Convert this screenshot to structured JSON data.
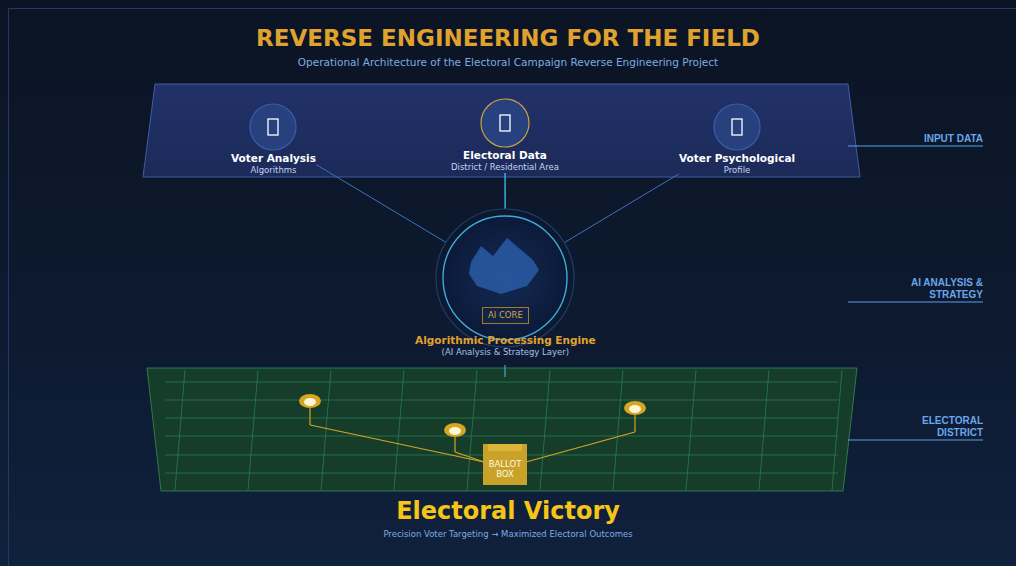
{
  "diagram": {
    "title": "REVERSE ENGINEERING FOR THE FIELD",
    "nodes": [
      {
        "text": [
          "Voter Analysis",
          "Algorithms"
        ]
      },
      {
        "text": [
          "Electoral Data",
          "District / Residential Area"
        ]
      },
      {
        "text": [
          "Voter Psychological",
          "Profile"
        ]
      },
      {
        "text": [
          "AI CORE",
          "Algorithmic Processing Engine",
          "(AI Analysis & Strategy Layer)"
        ]
      },
      {
        "text": [
          "BALLOT BOX"
        ]
      }
    ],
    "edges": [
      {
        "from": 0,
        "to": 3,
        "arrow": "none"
      },
      {
        "from": 1,
        "to": 3,
        "arrow": "none"
      },
      {
        "from": 2,
        "to": 3,
        "arrow": "none"
      }
    ],
    "labels": [
      "Operational Architecture of the Electoral Campaign Reverse Engineering Project",
      "INPUT DATA",
      "AI ANALYSIS & STRATEGY",
      "ELECTORAL DISTRICT",
      "Electoral Victory",
      "Precision Voter Targeting → Maximized Electoral Outcomes"
    ]
  }
}
